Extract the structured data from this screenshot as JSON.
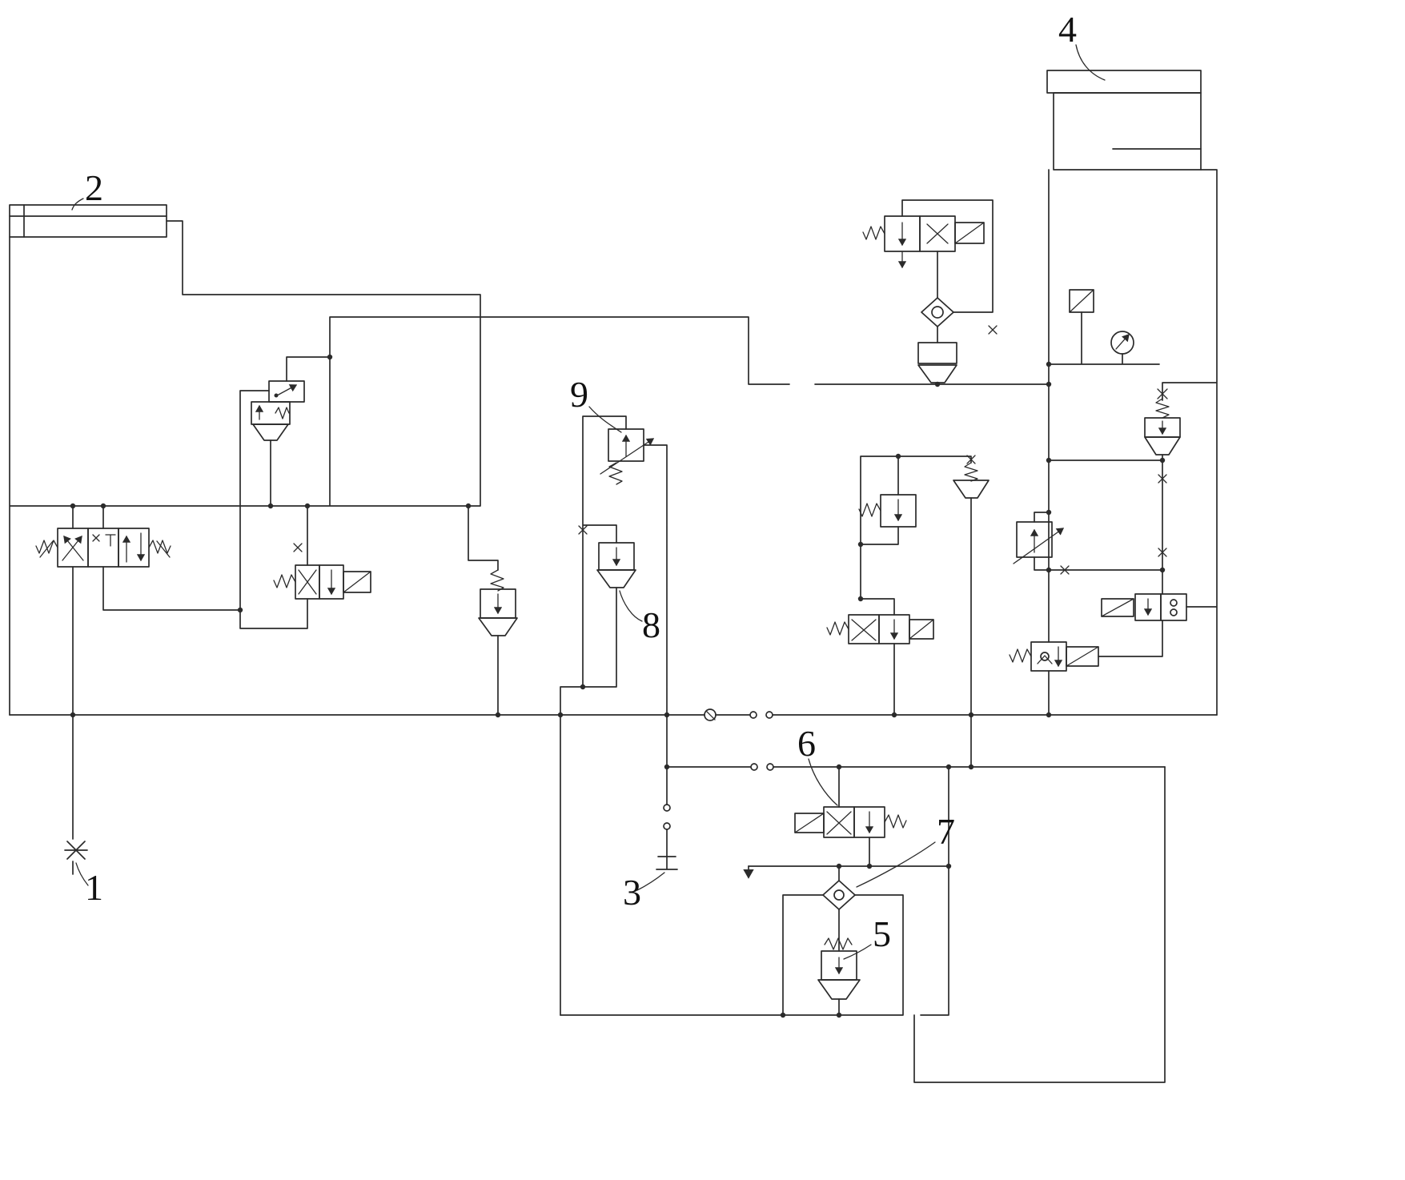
{
  "figure": {
    "kind": "hydraulic-circuit-schematic",
    "background_color": "#ffffff",
    "line_color": "#2b2b2b",
    "label_color": "#111111"
  },
  "labels": [
    {
      "text": "1"
    },
    {
      "text": "2"
    },
    {
      "text": "3"
    },
    {
      "text": "4"
    },
    {
      "text": "5"
    },
    {
      "text": "6"
    },
    {
      "text": "7"
    },
    {
      "text": "8"
    },
    {
      "text": "9"
    }
  ]
}
